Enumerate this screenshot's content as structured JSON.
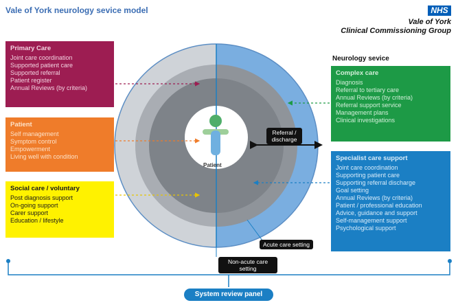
{
  "header": {
    "title": "Vale of York neurology sevice model",
    "nhs_logo": "NHS",
    "org_line1": "Vale of York",
    "org_line2": "Clinical Commissioning Group"
  },
  "primary_care": {
    "title": "Primary Care",
    "items": [
      "Joint care coordination",
      "Supported patient care",
      "Supported referral",
      "Patient register",
      "Annual Reviews (by criteria)"
    ]
  },
  "patient": {
    "title": "Patient",
    "items": [
      "Self management",
      "Symptom control",
      "Empowerment",
      "Living well with condition"
    ]
  },
  "social_care": {
    "title": "Social care / voluntary",
    "items": [
      "Post diagnosis support",
      "On-going support",
      "Carer support",
      "Education / lifestyle"
    ]
  },
  "neurology_label": "Neurology sevice",
  "complex_care": {
    "title": "Complex care",
    "items": [
      "Diagnosis",
      "Referral to tertiary care",
      "Annual Reviews (by criteria)",
      "Referral support service",
      "Management plans",
      "Clinical investigations"
    ]
  },
  "specialist_care": {
    "title": "Specialist care support",
    "items": [
      "Joint care coordination",
      "Supporting patient care",
      "Supporting referral discharge",
      "Goal setting",
      "Annual Reviews (by criteria)",
      "Patient / professional education",
      "Advice, guidance and support",
      "Self-management support",
      "Psychological support"
    ]
  },
  "centre": {
    "patient_label": "Patient",
    "referral_line1": "Referral /",
    "referral_line2": "discharge",
    "acute_setting": "Acute care setting",
    "non_acute_setting": "Non-acute care setting"
  },
  "review_panel": "System review panel",
  "colors": {
    "title_blue": "#3b6db3",
    "primary": "#9d1d52",
    "patient": "#ef7c2a",
    "social": "#fff200",
    "complex": "#1d9a46",
    "specialist": "#1b7fc4"
  }
}
